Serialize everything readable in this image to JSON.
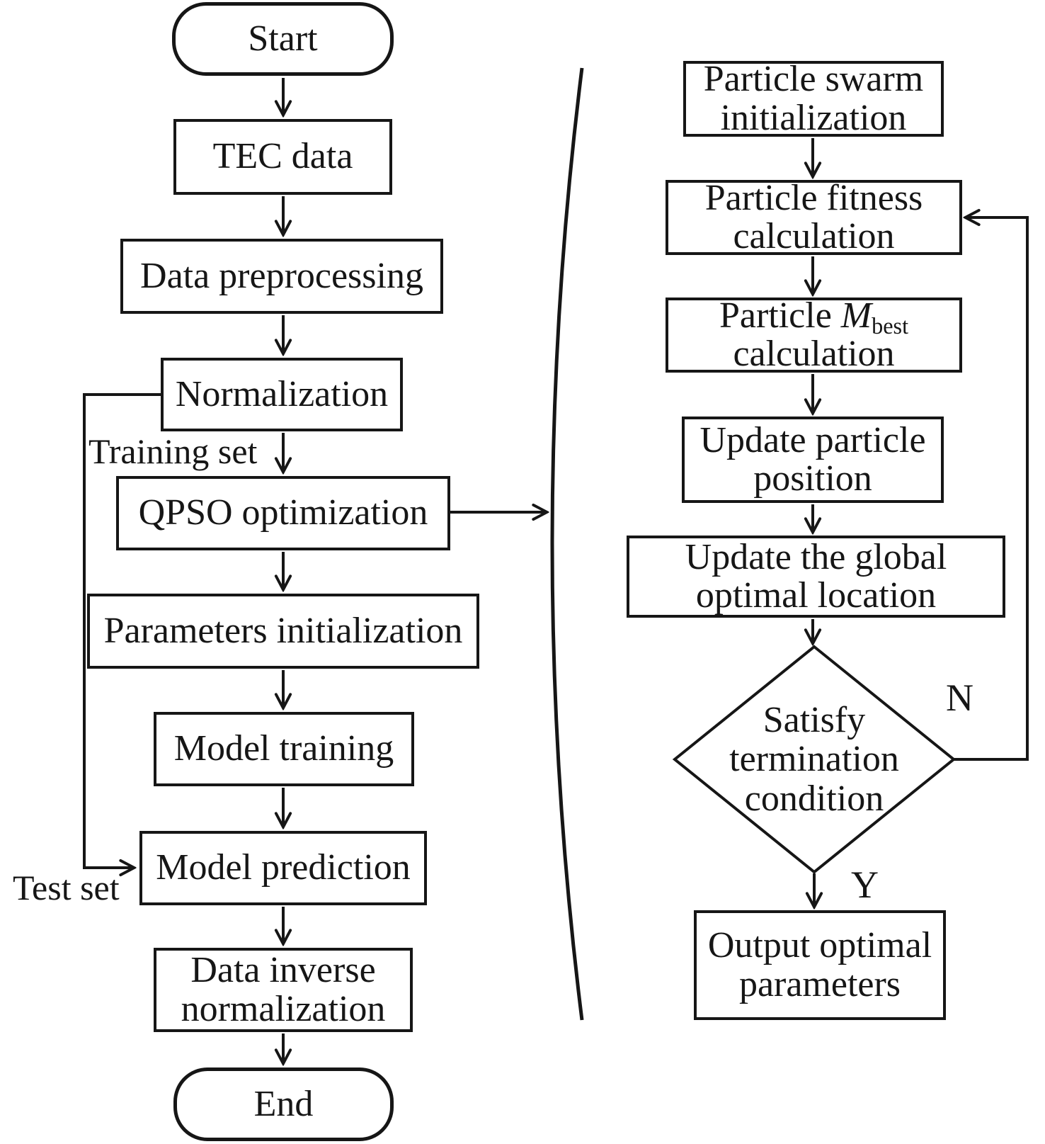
{
  "colors": {
    "ink": "#161616",
    "background": "#ffffff"
  },
  "nodes": {
    "start": "Start",
    "tec_data": "TEC data",
    "data_preprocessing": "Data preprocessing",
    "normalization": "Normalization",
    "qpso_optimization": "QPSO optimization",
    "parameters_initialization": "Parameters initialization",
    "model_training": "Model training",
    "model_prediction": "Model prediction",
    "data_inverse_normalization": "Data inverse normalization",
    "end": "End",
    "particle_swarm_initialization": "Particle swarm initialization",
    "particle_fitness_calculation": "Particle fitness calculation",
    "particle_mbest": {
      "pre": "Particle ",
      "symbol": "M",
      "subscript": "best",
      "line2": "calculation"
    },
    "update_particle_position": "Update particle position",
    "update_global_optimal": "Update the global optimal location",
    "termination_decision": "Satisfy termination condition",
    "output_optimal_parameters": "Output optimal parameters"
  },
  "edge_labels": {
    "training_set": "Training set",
    "test_set": "Test set",
    "no": "N",
    "yes": "Y"
  }
}
